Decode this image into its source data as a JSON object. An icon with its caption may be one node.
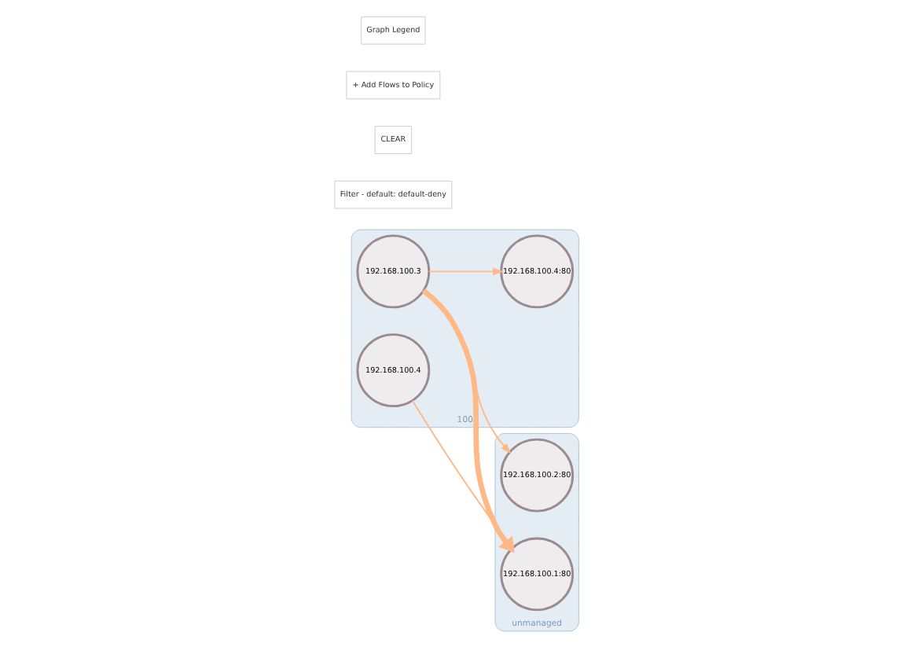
{
  "diagram": {
    "nodes": [
      {
        "text": [
          "100"
        ]
      },
      {
        "text": [
          "192.168.100.3"
        ],
        "in": 0
      },
      {
        "text": [
          "192.168.100.4:80"
        ],
        "in": 0
      },
      {
        "text": [
          "192.168.100.4"
        ],
        "in": 0
      },
      {
        "text": [
          "unmanaged"
        ]
      },
      {
        "text": [
          "192.168.100.2:80"
        ],
        "in": 4
      },
      {
        "text": [
          "192.168.100.1:80"
        ],
        "in": 4
      }
    ],
    "edges": [
      {
        "from": 1,
        "to": 2,
        "arrow": "to"
      },
      {
        "from": 1,
        "to": 5,
        "arrow": "to"
      },
      {
        "from": 1,
        "to": 6,
        "arrow": "to",
        "style": "thick"
      },
      {
        "from": 3,
        "to": 6,
        "arrow": "to"
      }
    ],
    "labels": [
      "Filter - default: default-deny",
      "CLEAR",
      "+ Add Flows to Policy",
      "Graph Legend"
    ]
  }
}
